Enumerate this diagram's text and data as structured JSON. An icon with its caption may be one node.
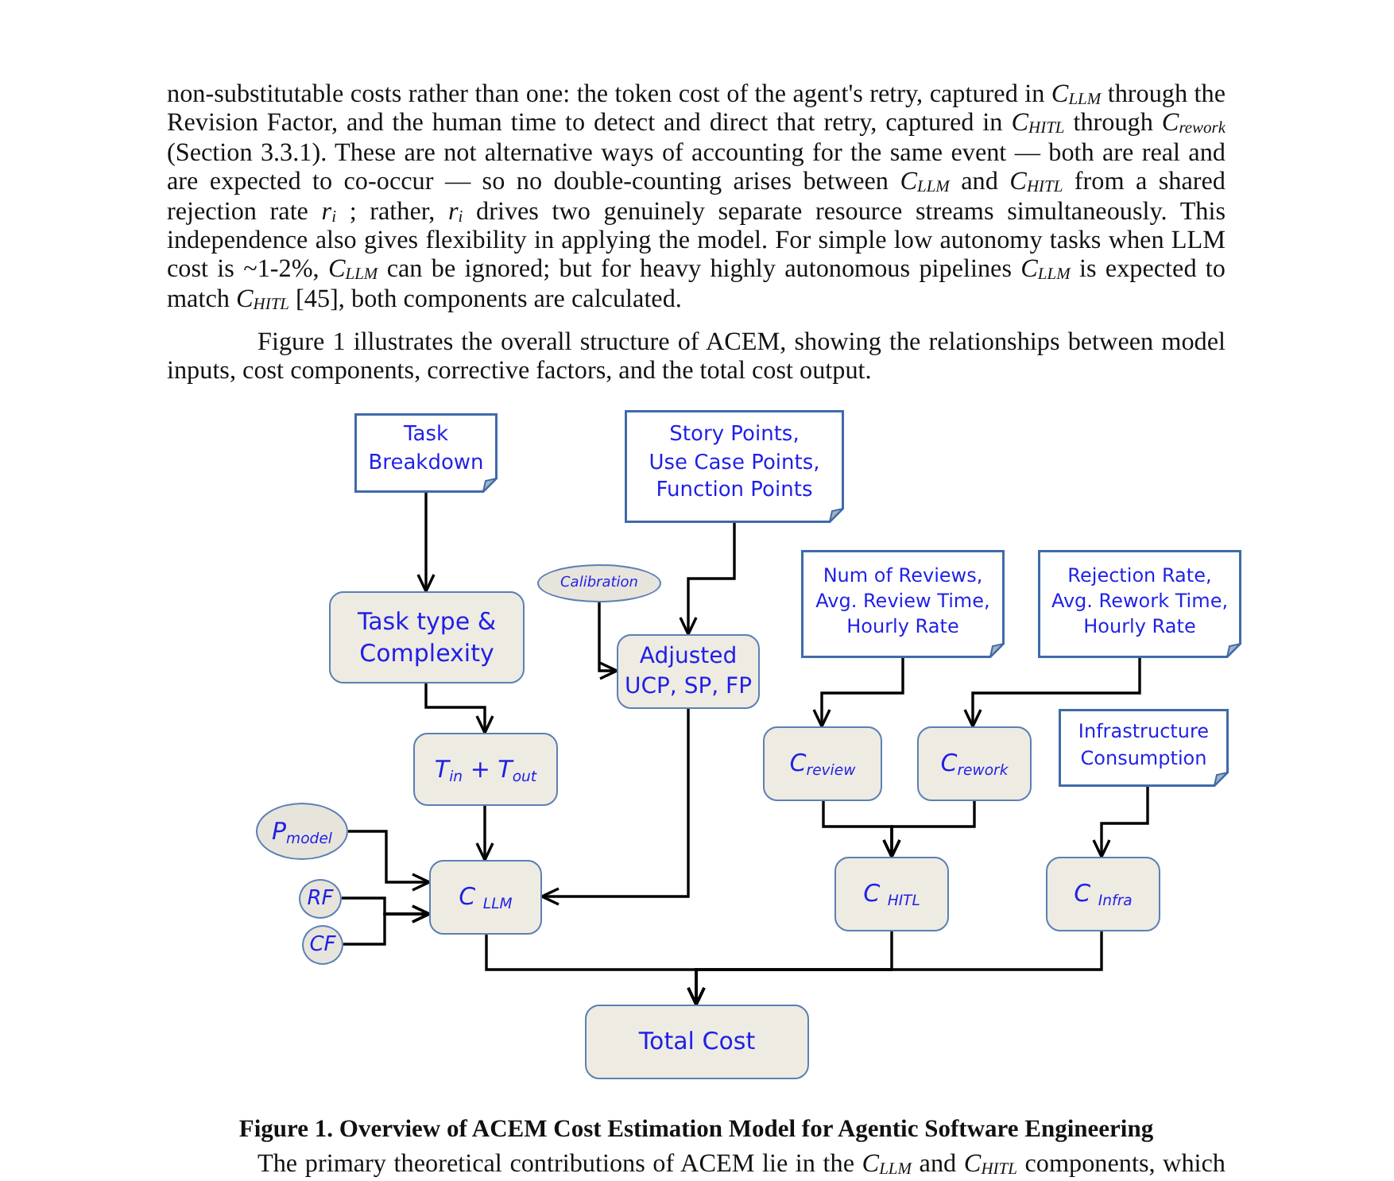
{
  "diagram": {
    "caption": "Figure 1. Overview of ACEM Cost Estimation Model for Agentic Software Engineering",
    "nodes": [
      {
        "text": [
          "Task Breakdown"
        ]
      },
      {
        "text": [
          "Story Points, Use Case Points, Function Points"
        ]
      },
      {
        "text": [
          "Calibration"
        ]
      },
      {
        "text": [
          "Num of Reviews, Avg. Review Time, Hourly Rate"
        ]
      },
      {
        "text": [
          "Rejection Rate, Avg. Rework Time, Hourly Rate"
        ]
      },
      {
        "text": [
          "Task type & Complexity"
        ]
      },
      {
        "text": [
          "Adjusted UCP, SP, FP"
        ]
      },
      {
        "text": [
          "T$_{in}$ + T$_{out}$"
        ]
      },
      {
        "text": [
          "C$_{review}$"
        ]
      },
      {
        "text": [
          "C$_{rework}$"
        ]
      },
      {
        "text": [
          "Infrastructure Consumption"
        ]
      },
      {
        "text": [
          "P$_{model}$"
        ]
      },
      {
        "text": [
          "C $_{LLM}$"
        ]
      },
      {
        "text": [
          "RF"
        ]
      },
      {
        "text": [
          "CF"
        ]
      },
      {
        "text": [
          "C $_{HITL}$"
        ]
      },
      {
        "text": [
          "C $_{Infra}$"
        ]
      },
      {
        "text": [
          "Total Cost"
        ]
      }
    ],
    "edges": [
      {
        "from": 0,
        "to": 5,
        "arrow": "to"
      },
      {
        "from": 1,
        "to": 6,
        "arrow": "to"
      },
      {
        "from": 2,
        "to": 6,
        "arrow": "to"
      },
      {
        "from": 5,
        "to": 7,
        "arrow": "to"
      },
      {
        "from": 3,
        "to": 8,
        "arrow": "to"
      },
      {
        "from": 4,
        "to": 9,
        "arrow": "to"
      },
      {
        "from": 7,
        "to": 12,
        "arrow": "to"
      },
      {
        "from": 6,
        "to": 12,
        "arrow": "to"
      },
      {
        "from": 11,
        "to": 12,
        "arrow": "to"
      },
      {
        "from": 13,
        "to": 12,
        "arrow": "to"
      },
      {
        "from": 14,
        "to": 12,
        "arrow": "to"
      },
      {
        "from": 8,
        "to": 15,
        "arrow": "to"
      },
      {
        "from": 9,
        "to": 15,
        "arrow": "to"
      },
      {
        "from": 10,
        "to": 16,
        "arrow": "to"
      },
      {
        "from": 12,
        "to": 17,
        "arrow": "to"
      },
      {
        "from": 15,
        "to": 17,
        "arrow": "to"
      },
      {
        "from": 16,
        "to": 17,
        "arrow": "to"
      }
    ],
    "labels": [
      "non-substitutable costs rather than one: the token cost of the agent's retry, captured in *C*$_{LLM}$ through the Revision Factor, and the human time to detect and direct that retry, captured in *C*$_{HITL}$ through *C*$_{rework}$ (Section 3.3.1). These are not alternative ways of accounting for the same event — both are real and are expected to co-occur — so no double-counting arises between *C*$_{LLM}$ and *C*$_{HITL}$ from a shared rejection rate *r*$_{i}$ ; rather, *r*$_{i}$ drives two genuinely separate resource streams simultaneously. This independence also gives flexibility in applying the model. For simple low autonomy tasks when LLM cost is ~1-2%, *C*$_{LLM}$ can be ignored; but for heavy highly autonomous pipelines *C*$_{LLM}$ is expected to match *C*$_{HITL}$ [45], both components are calculated.",
      "Figure 1 illustrates the overall structure of ACEM, showing the relationships between model inputs, cost components, corrective factors, and the total cost output.",
      "The primary theoretical contributions of ACEM lie in the *C*$_{LLM}$ and *C*$_{HITL}$ components, which"
    ]
  }
}
